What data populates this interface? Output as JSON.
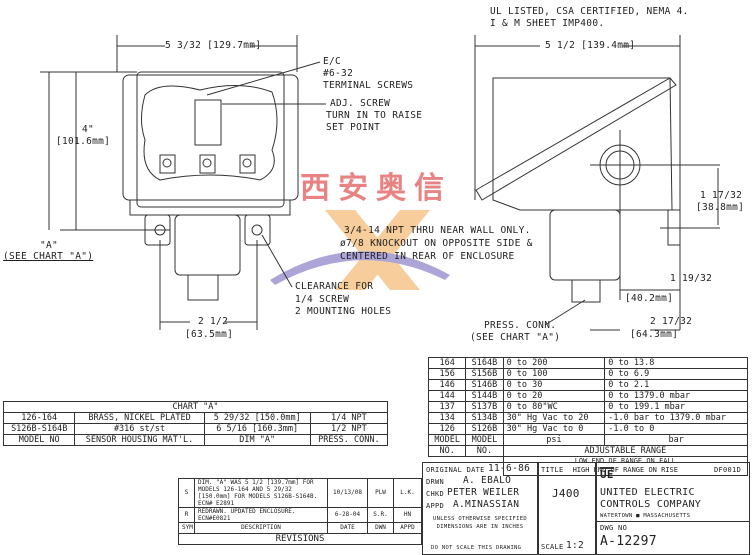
{
  "front_view": {
    "width_dim": "5 3/32 [129.7mm]",
    "height_dim": "4\"",
    "height_dim_mm": "[101.6mm]",
    "dim_a": "\"A\"",
    "dim_a_ref": "(SEE CHART \"A\")",
    "base_dim": "2 1/2",
    "base_dim_mm": "[63.5mm]",
    "callout_terminal": [
      "E/C",
      "#6-32",
      "TERMINAL SCREWS"
    ],
    "callout_adj": [
      "ADJ. SCREW",
      "TURN IN TO RAISE",
      "SET POINT"
    ],
    "callout_npt": [
      "3/4-14 NPT THRU NEAR WALL ONLY.",
      "ø7/8 KNOCKOUT ON OPPOSITE SIDE &",
      "CENTERED IN REAR OF ENCLOSURE"
    ],
    "callout_clearance": [
      "CLEARANCE FOR",
      "1/4 SCREW",
      "2 MOUNTING HOLES"
    ]
  },
  "side_view": {
    "notes": [
      "UL LISTED, CSA CERTIFIED, NEMA 4.",
      "I & M SHEET IMP400."
    ],
    "width_dim": "5 1/2 [139.4mm]",
    "dim_1": "1 17/32",
    "dim_1_mm": "[38.8mm]",
    "dim_2": "1 19/32",
    "dim_2_mm": "[40.2mm]",
    "dim_3": "2 17/32",
    "dim_3_mm": "[64.3mm]",
    "press_conn": "PRESS. CONN.",
    "press_conn_ref": "(SEE CHART \"A\")"
  },
  "range_table": {
    "rows": [
      [
        "164",
        "S164B",
        "0 to 200",
        "0 to 13.8"
      ],
      [
        "156",
        "S156B",
        "0 to 100",
        "0 to 6.9"
      ],
      [
        "146",
        "S146B",
        "0 to 30",
        "0 to 2.1"
      ],
      [
        "144",
        "S144B",
        "0 to 20",
        "0 to 1379.0 mbar"
      ],
      [
        "137",
        "S137B",
        "0 to 80\"WC",
        "0 to 199.1 mbar"
      ],
      [
        "134",
        "S134B",
        "30\" Hg Vac to 20",
        "-1.0 bar to 1379.0 mbar"
      ],
      [
        "126",
        "S126B",
        "30\" Hg Vac to 0",
        "-1.0 to 0"
      ]
    ],
    "header_model": "MODEL",
    "header_no": "NO.",
    "unit_psi": "psi",
    "unit_bar": "bar",
    "adjustable_range": "ADJUSTABLE RANGE",
    "note_low": "LOW END OF RANGE ON FALL",
    "note_high": "HIGH END OF RANGE ON RISE"
  },
  "chart_a": {
    "title": "CHART \"A\"",
    "rows": [
      [
        "126-164",
        "BRASS, NICKEL PLATED",
        "5 29/32 [150.0mm]",
        "1/4 NPT"
      ],
      [
        "S126B-S164B",
        "#316 st/st",
        "6 5/16 [160.3mm]",
        "1/2 NPT"
      ]
    ],
    "headers": [
      "MODEL NO",
      "SENSOR HOUSING MAT'L.",
      "DIM \"A\"",
      "PRESS. CONN."
    ]
  },
  "revisions": {
    "rows": [
      {
        "sym": "S",
        "desc": "DIM. \"A\" WAS 5 1/2 [139.7mm] FOR MODELS 126-164 AND 5 29/32 [150.0mm] FOR MODELS S126B-S164B. ECN# E2891",
        "date": "10/13/08",
        "dwn": "PLW",
        "appd": "L.K."
      },
      {
        "sym": "R",
        "desc": "REDRAWN. UPDATED ENCLOSURE. ECN#E0821",
        "date": "6-28-04",
        "dwn": "S.R.",
        "appd": "HN"
      }
    ],
    "headers": {
      "sym": "SYM",
      "desc": "DESCRIPTION",
      "date": "DATE",
      "dwn": "DWN",
      "appd": "APPD"
    },
    "title": "REVISIONS"
  },
  "title_block": {
    "original_date_label": "ORIGINAL DATE",
    "original_date": "11-6-86",
    "drwn_label": "DRWN",
    "drwn": "A. EBALO",
    "chkd_label": "CHKD",
    "chkd": "PETER WEILER",
    "appd_label": "APPD",
    "appd": "A.MINASSIAN",
    "note": "UNLESS OTHERWISE SPECIFIED DIMENSIONS ARE IN INCHES",
    "no_scale": "DO NOT SCALE THIS DRAWING",
    "title_label": "TITLE",
    "title": "J400",
    "scale_label": "SCALE",
    "scale": "1:2",
    "logo": "UE",
    "form_code": "DF001D",
    "company_1": "UNITED ELECTRIC",
    "company_2": "CONTROLS COMPANY",
    "company_loc": "WATERTOWN ■ MASSACHUSETTS",
    "dwg_label": "DWG NO",
    "dwg_no": "A-12297"
  },
  "watermark": "西安奥信"
}
